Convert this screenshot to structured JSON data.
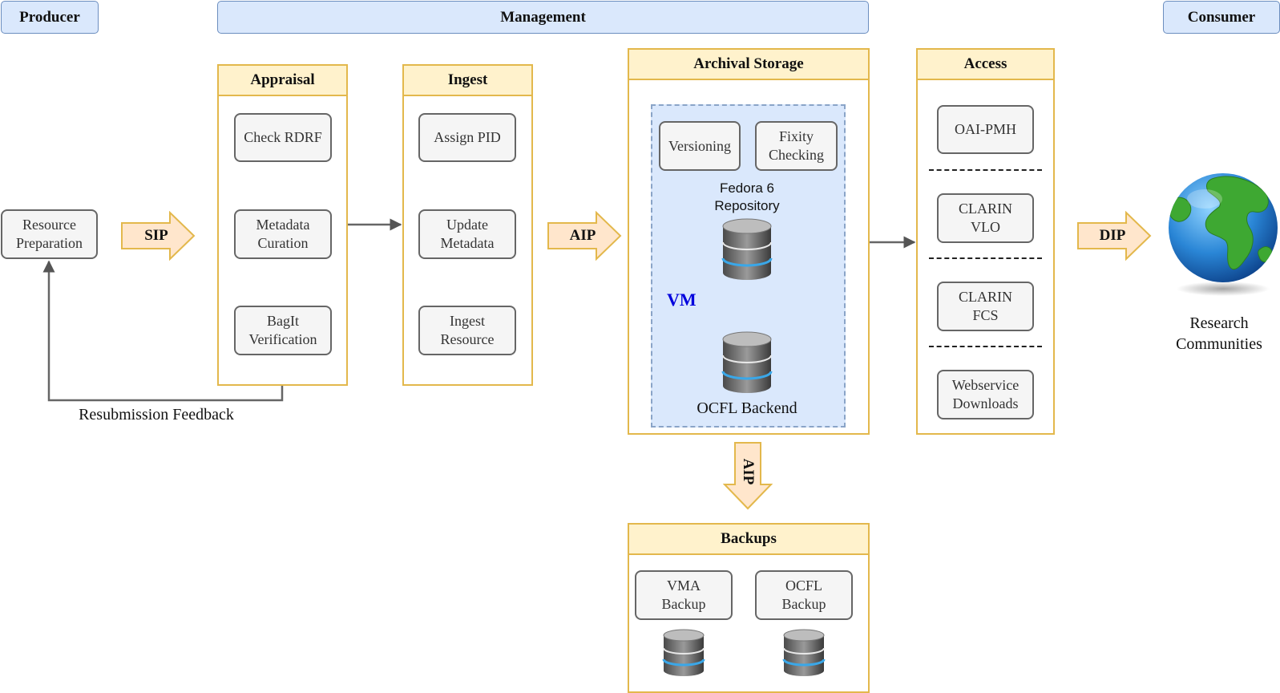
{
  "headers": {
    "producer": "Producer",
    "management": "Management",
    "consumer": "Consumer"
  },
  "producer": {
    "resource_preparation": "Resource\nPreparation",
    "feedback_label": "Resubmission Feedback"
  },
  "flow_labels": {
    "sip": "SIP",
    "aip": "AIP",
    "aip_down": "AIP",
    "dip": "DIP"
  },
  "appraisal": {
    "title": "Appraisal",
    "steps": [
      "Check RDRF",
      "Metadata\nCuration",
      "BagIt\nVerification"
    ]
  },
  "ingest": {
    "title": "Ingest",
    "steps": [
      "Assign PID",
      "Update\nMetadata",
      "Ingest\nResource"
    ]
  },
  "archival_storage": {
    "title": "Archival Storage",
    "versioning": "Versioning",
    "fixity": "Fixity\nChecking",
    "repository": "Fedora 6\nRepository",
    "vm": "VM",
    "backend": "OCFL Backend"
  },
  "access": {
    "title": "Access",
    "services": [
      "OAI-PMH",
      "CLARIN\nVLO",
      "CLARIN\nFCS",
      "Webservice\nDownloads"
    ]
  },
  "backups": {
    "title": "Backups",
    "items": [
      "VMA\nBackup",
      "OCFL\nBackup"
    ]
  },
  "consumer": {
    "communities": "Research\nCommunities"
  },
  "colors": {
    "header_fill": "#dae8fc",
    "header_stroke": "#6c8ebf",
    "panel_stroke": "#e3b84c",
    "panel_title_fill": "#fff2cc",
    "arrow_fill": "#ffe6cc",
    "vm_label": "#0000dd"
  },
  "icons": {
    "database": "database-icon",
    "globe": "globe-icon"
  }
}
